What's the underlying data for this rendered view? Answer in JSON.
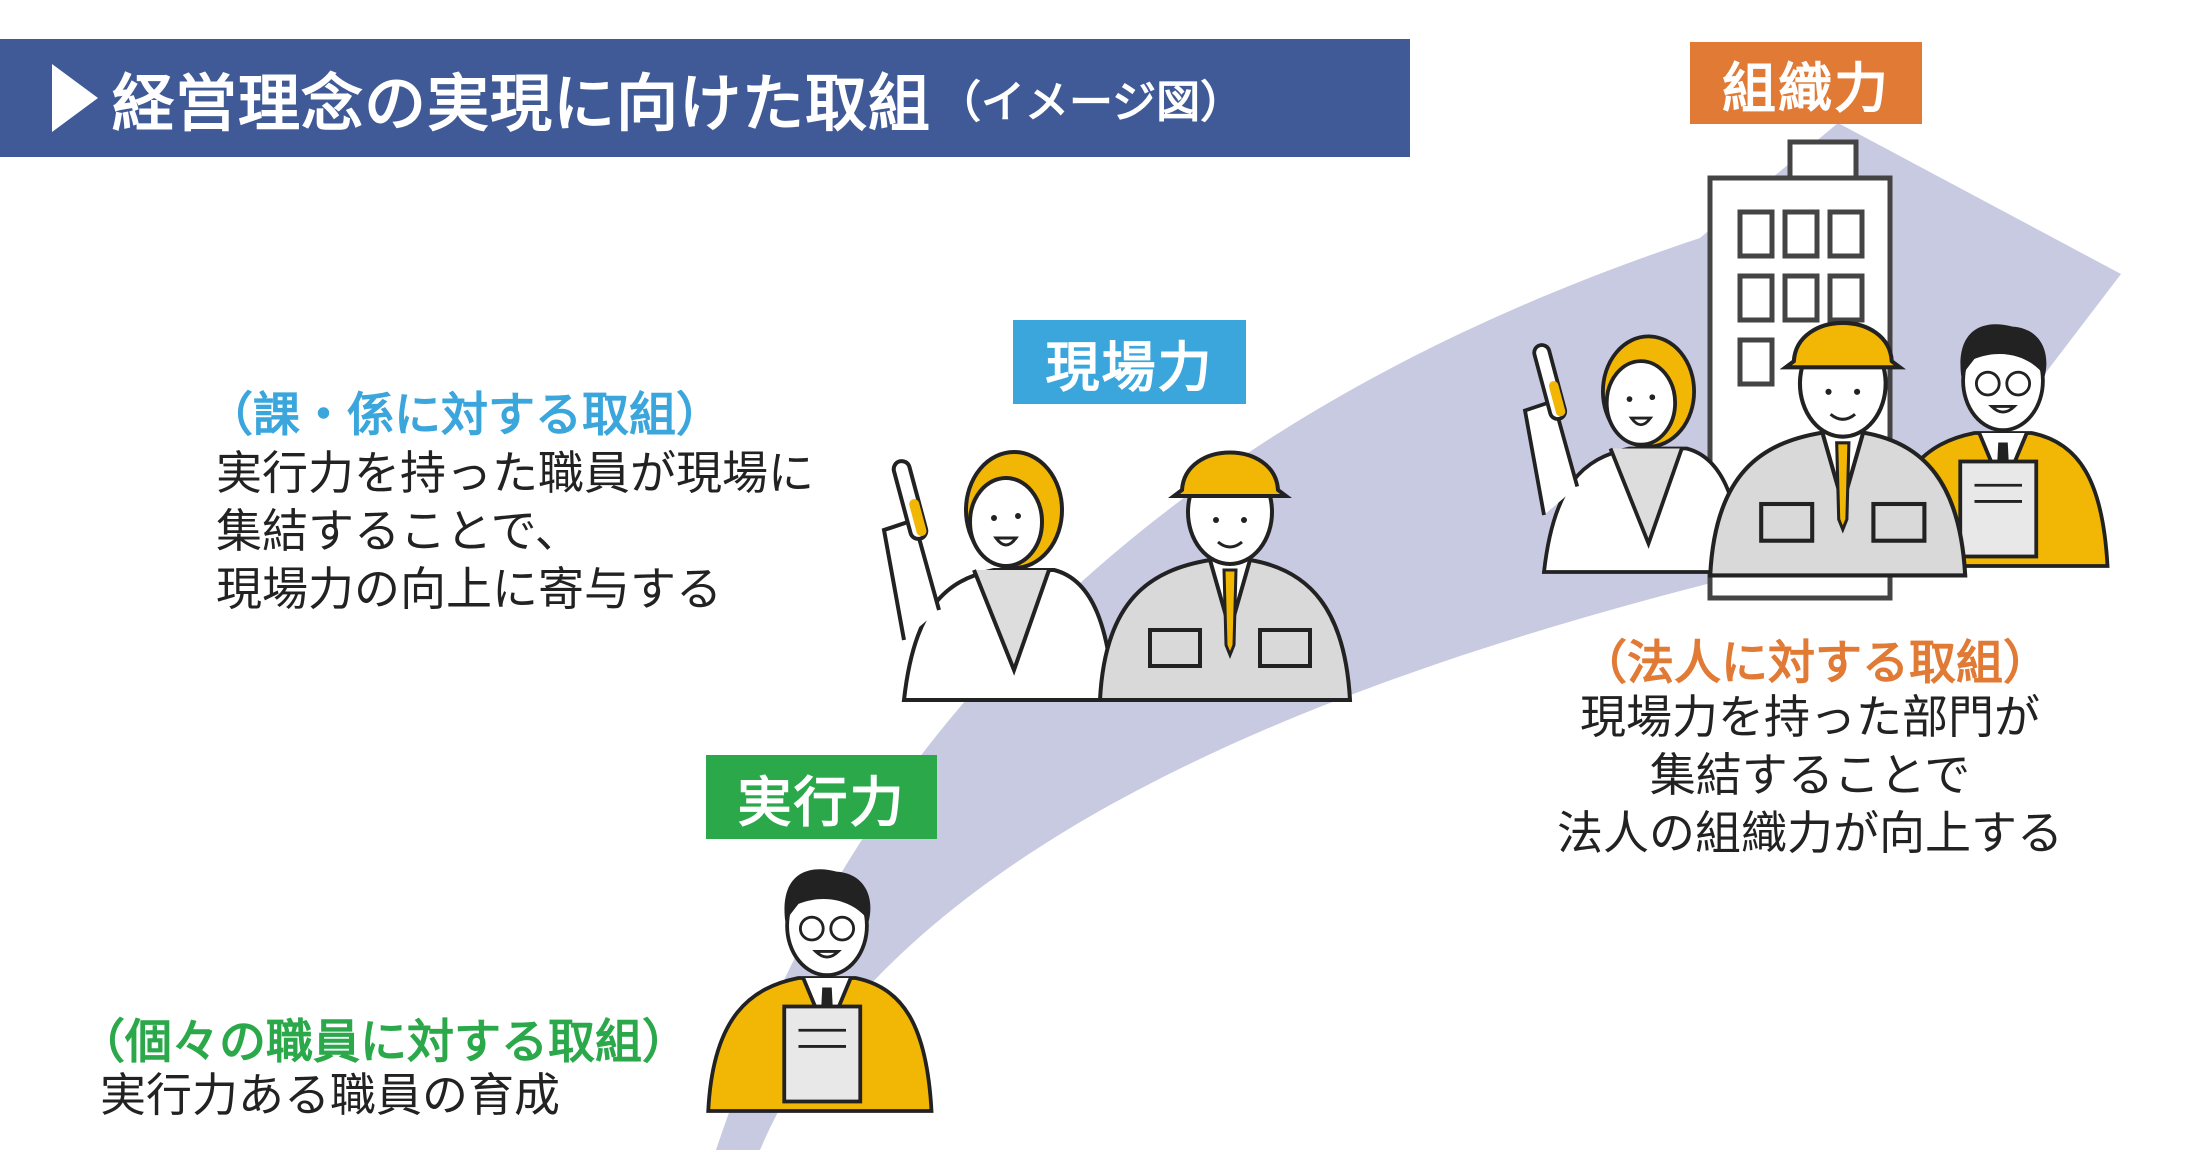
{
  "title": {
    "main": "経営理念の実現に向けた取組",
    "sub": "（イメージ図）"
  },
  "stages": [
    {
      "label": "実行力",
      "heading": "（個々の職員に対する取組）",
      "lines": [
        "実行力ある職員の育成"
      ],
      "color": "#2aa84a"
    },
    {
      "label": "現場力",
      "heading": "（課・係に対する取組）",
      "lines": [
        "実行力を持った職員が現場に",
        "集結することで、",
        "現場力の向上に寄与する"
      ],
      "color": "#3aa6dc"
    },
    {
      "label": "組織力",
      "heading": "（法人に対する取組）",
      "lines": [
        "現場力を持った部門が",
        "集結することで",
        "法人の組織力が向上する"
      ],
      "color": "#e07a35"
    }
  ],
  "colors": {
    "title_bg": "#3f5a96",
    "arrow": "#c8cae2",
    "yellow": "#f2b705",
    "gray": "#d9d9d9"
  }
}
